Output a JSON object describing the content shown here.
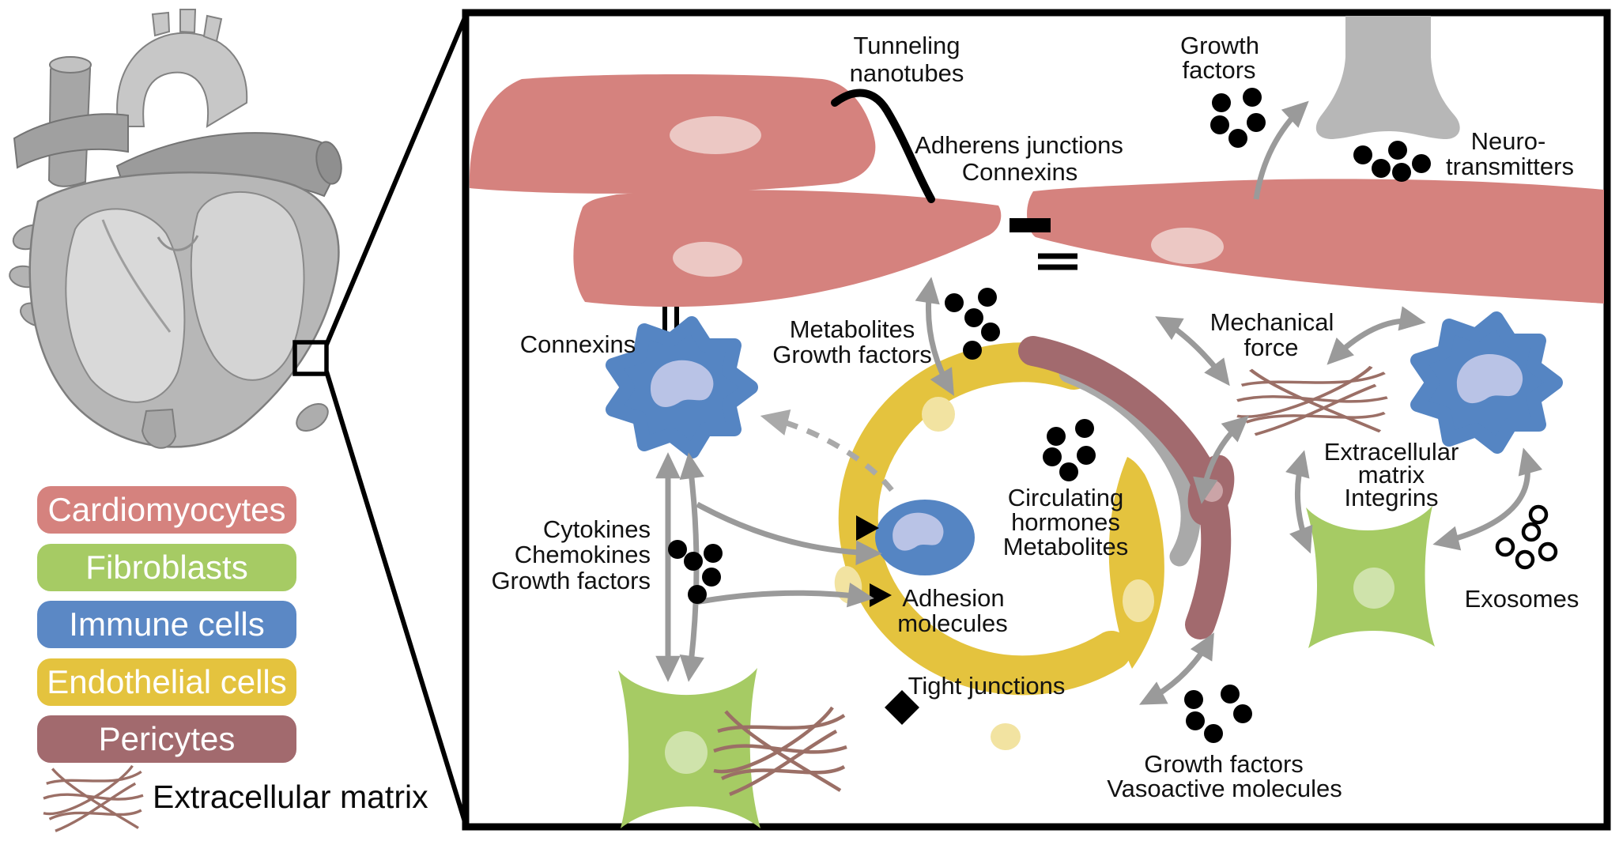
{
  "figure": {
    "legend": {
      "items": [
        {
          "label": "Cardiomyocytes",
          "color": "#d5827e"
        },
        {
          "label": "Fibroblasts",
          "color": "#a6cb64"
        },
        {
          "label": "Immune cells",
          "color": "#5b88c5"
        },
        {
          "label": "Endothelial cells",
          "color": "#e4c33e"
        },
        {
          "label": "Pericytes",
          "color": "#a26a6e"
        }
      ],
      "ecm_label": "Extracellular matrix"
    },
    "panel": {
      "labels": {
        "tunneling_nanotubes": [
          "Tunneling",
          "nanotubes"
        ],
        "adherens_junctions": [
          "Adherens junctions",
          "Connexins"
        ],
        "growth_factors_top": [
          "Growth",
          "factors"
        ],
        "neurotransmitters": [
          "Neuro-",
          "transmitters"
        ],
        "connexins_left": "Connexins",
        "metabolites_growth_factors": [
          "Metabolites",
          "Growth factors"
        ],
        "mechanical_force": [
          "Mechanical",
          "force"
        ],
        "circulating_hormones": [
          "Circulating",
          "hormones",
          "Metabolites"
        ],
        "cytokines": [
          "Cytokines",
          "Chemokines",
          "Growth factors"
        ],
        "adhesion_molecules": [
          "Adhesion",
          "molecules"
        ],
        "tight_junctions": "Tight junctions",
        "ecm_integrins": [
          "Extracellular",
          "matrix",
          "Integrins"
        ],
        "exosomes": "Exosomes",
        "growth_factors_vasoactive": [
          "Growth factors",
          "Vasoactive molecules"
        ]
      }
    },
    "colors": {
      "cardiomyocyte": "#d5827e",
      "cardiomyocyte_nucleus": "#ecc8c4",
      "fibroblast": "#a6cb64",
      "fibroblast_nucleus": "#cfe3ab",
      "immune_cell": "#5585c3",
      "immune_nucleus": "#b9c3e6",
      "endothelial": "#e4c33e",
      "endothelial_nucleus": "#f2e3a1",
      "pericyte": "#a26a6e",
      "pericyte_nucleus": "#cba4a7",
      "ecm_fiber": "#9b6f66",
      "arrow": "#9a9a9a",
      "neuron": "#b7b7b7",
      "molecule": "#000000"
    }
  }
}
